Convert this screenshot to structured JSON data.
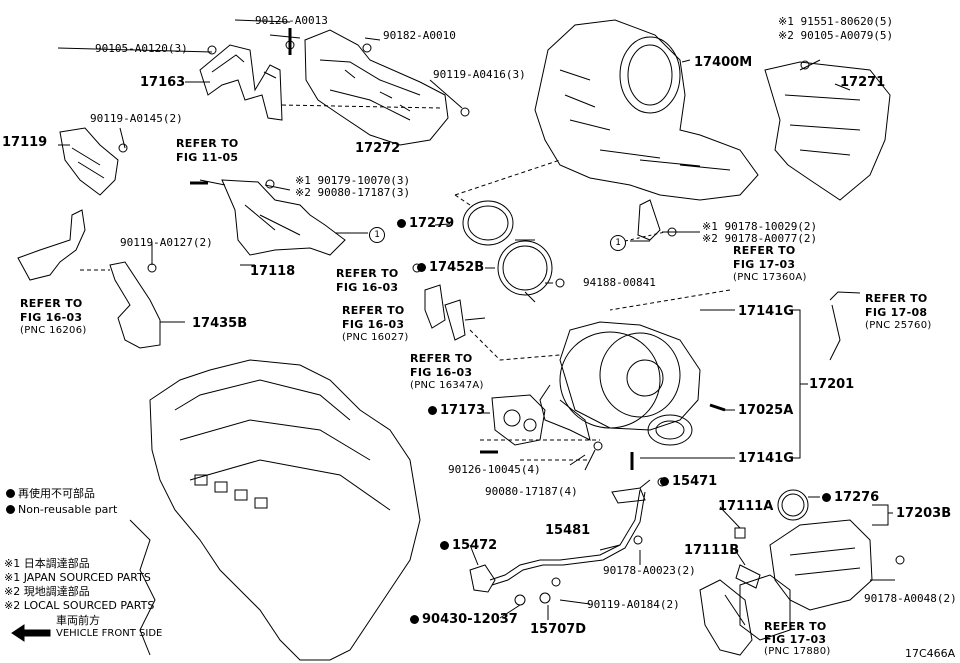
{
  "diagram_id": "17C466A",
  "callouts": {
    "p90105_A0120": "90105-A0120(3)",
    "p90126_A0013": "90126-A0013",
    "p90182_A0010": "90182-A0010",
    "p17163": "17163",
    "p90119_A0416": "90119-A0416(3)",
    "p17272": "17272",
    "p17119": "17119",
    "p90119_A0145": "90119-A0145(2)",
    "p17400M": "17400M",
    "p17271": "17271",
    "note_top_right_1": "※1 91551-80620(5)",
    "note_top_right_2": "※2 90105-A0079(5)",
    "p17279": "17279",
    "p17452B": "17452B",
    "p94188": "94188-00841",
    "p17118": "17118",
    "mid_note_1": "※1 90179-10070(3)",
    "mid_note_2": "※2 90080-17187(3)",
    "p90119_A0127": "90119-A0127(2)",
    "p17435B": "17435B",
    "right_note_1": "※1 90178-10029(2)",
    "right_note_2": "※2 90178-A0077(2)",
    "p17141G_a": "17141G",
    "p17201": "17201",
    "p17173": "17173",
    "p17025A": "17025A",
    "p17141G_b": "17141G",
    "p90126_10045": "90126-10045(4)",
    "p90080_17187": "90080-17187(4)",
    "p15471": "15471",
    "p17111A": "17111A",
    "p17276": "17276",
    "p17203B": "17203B",
    "p15481": "15481",
    "p15472": "15472",
    "p17111B": "17111B",
    "p90178_A0023": "90178-A0023(2)",
    "p90119_A0184": "90119-A0184(2)",
    "p90178_A0048": "90178-A0048(2)",
    "p90430": "90430-12037",
    "p15707D": "15707D",
    "circle_num_1": "1",
    "circle_num_2": "1"
  },
  "refer_blocks": {
    "fig_11_05": {
      "line1": "REFER TO",
      "line2": "FIG 11-05"
    },
    "fig_16_03_left": {
      "line1": "REFER TO",
      "line2": "FIG 16-03",
      "pnc": "(PNC 16206)"
    },
    "fig_17_03_top": {
      "line1": "REFER TO",
      "line2": "FIG 17-03",
      "pnc": "(PNC 17360A)"
    },
    "fig_16_03_a": {
      "line1": "REFER TO",
      "line2": "FIG 16-03"
    },
    "fig_16_03_b": {
      "line1": "REFER TO",
      "line2": "FIG 16-03",
      "pnc": "(PNC 16027)"
    },
    "fig_16_03_c": {
      "line1": "REFER TO",
      "line2": "FIG 16-03",
      "pnc": "(PNC 16347A)"
    },
    "fig_17_08": {
      "line1": "REFER TO",
      "line2": "FIG 17-08",
      "pnc": "(PNC 25760)"
    },
    "fig_17_03_bottom": {
      "line1": "REFER TO",
      "line2": "FIG 17-03",
      "pnc": "(PNC 17880)"
    }
  },
  "legend": {
    "nonreuse_jp": "再使用不可部品",
    "nonreuse_en": "Non-reusable part",
    "note1_jp": "※1 日本調達部品",
    "note1_en": "※1 JAPAN SOURCED PARTS",
    "note2_jp": "※2 現地調達部品",
    "note2_en": "※2 LOCAL SOURCED PARTS",
    "front_jp": "車両前方",
    "front_en": "VEHICLE FRONT SIDE"
  }
}
